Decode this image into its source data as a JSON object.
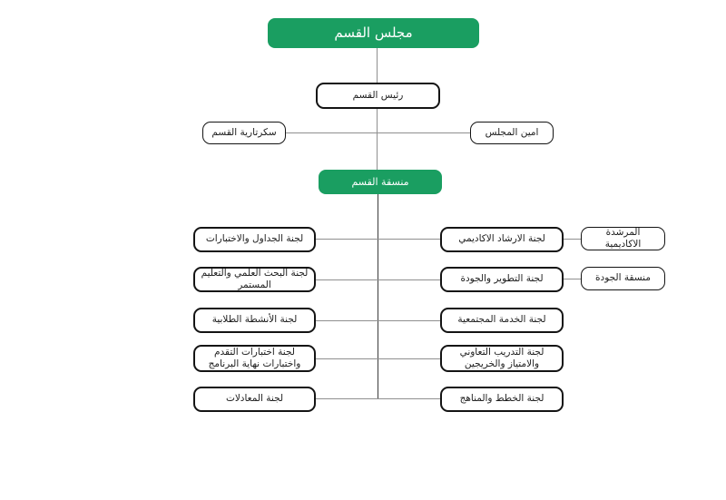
{
  "meta": {
    "type": "org-chart",
    "language": "ar",
    "colors": {
      "accent_green": "#1a9e61",
      "box_border": "#141414",
      "connector": "#8f8f8f",
      "spine": "#3c3c3c",
      "background": "#ffffff"
    }
  },
  "nodes": {
    "root": {
      "label": "مجلس القسم"
    },
    "head": {
      "label": "رئيس القسم"
    },
    "secretary": {
      "label": "سكرتارية القسم"
    },
    "council_secretary": {
      "label": "امين المجلس"
    },
    "coordinator": {
      "label": "منسقة القسم"
    },
    "left": [
      {
        "label": "لجنة الجداول والاختبارات"
      },
      {
        "label": "لجنة البحث العلمي والتعليم المستمر"
      },
      {
        "label": "لجنة الأنشطة الطلابية"
      },
      {
        "label": "لجنة اختبارات التقدم واختبارات نهاية البرنامج"
      },
      {
        "label": "لجنة المعادلات"
      }
    ],
    "right": [
      {
        "label": "لجنة الارشاد الاكاديمي"
      },
      {
        "label": "لجنة التطوير والجودة"
      },
      {
        "label": "لجنة الخدمة المجتمعية"
      },
      {
        "label": "لجنة التدريب التعاوني والامتياز والخريجين"
      },
      {
        "label": "لجنة الخطط والمناهج"
      }
    ],
    "far_right": [
      {
        "label": "المرشدة الاكاديمية"
      },
      {
        "label": "منسقة الجودة"
      }
    ]
  }
}
